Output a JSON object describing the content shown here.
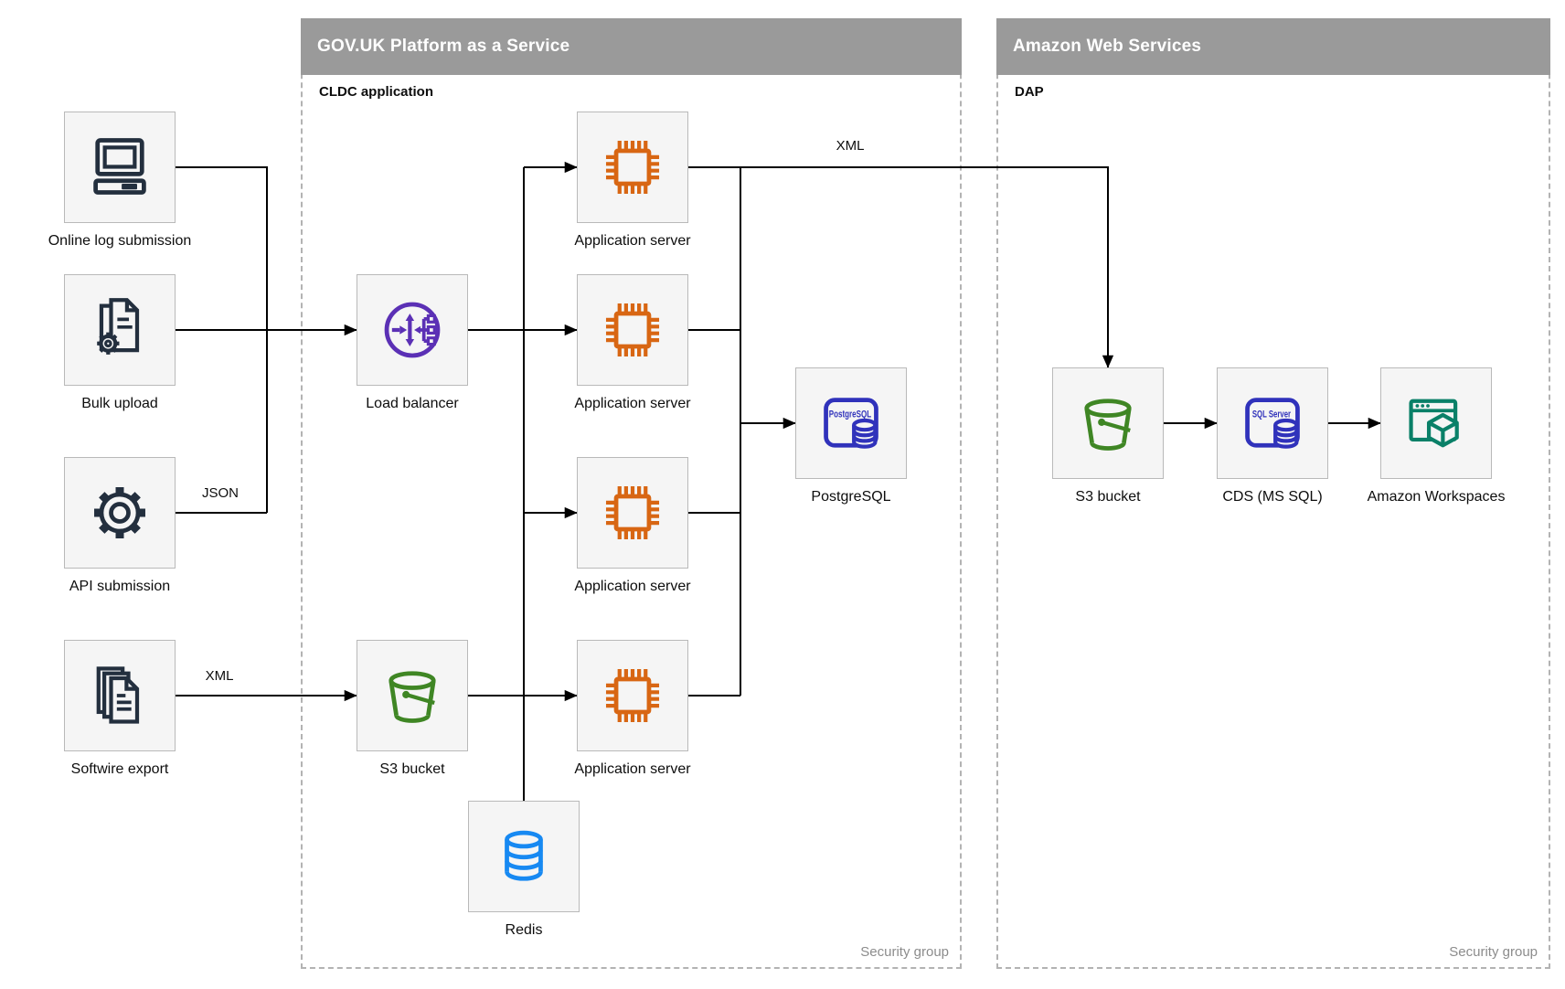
{
  "regions": {
    "govuk": {
      "title": "GOV.UK Platform as a Service",
      "sublabel": "CLDC application",
      "footer": "Security group"
    },
    "aws": {
      "title": "Amazon Web Services",
      "sublabel": "DAP",
      "footer": "Security group"
    }
  },
  "nodes": {
    "online_log": {
      "label": "Online log submission"
    },
    "bulk_upload": {
      "label": "Bulk upload"
    },
    "api_submission": {
      "label": "API submission"
    },
    "softwire_export": {
      "label": "Softwire export"
    },
    "load_balancer": {
      "label": "Load balancer"
    },
    "s3_bucket_paas": {
      "label": "S3 bucket"
    },
    "redis": {
      "label": "Redis"
    },
    "app_server_1": {
      "label": "Application server"
    },
    "app_server_2": {
      "label": "Application server"
    },
    "app_server_3": {
      "label": "Application server"
    },
    "app_server_4": {
      "label": "Application server"
    },
    "postgresql": {
      "label": "PostgreSQL",
      "icon_text": "PostgreSQL"
    },
    "s3_bucket_aws": {
      "label": "S3 bucket"
    },
    "cds": {
      "label": "CDS (MS SQL)",
      "icon_text": "SQL Server"
    },
    "workspaces": {
      "label": "Amazon Workspaces"
    }
  },
  "edge_labels": {
    "api_to_platform": "JSON",
    "softwire_to_s3": "XML",
    "app_server_to_aws": "XML"
  },
  "colors": {
    "icon_navy": "#232f3e",
    "load_balancer_purple": "#5b30b5",
    "app_server_orange": "#d86613",
    "database_indigo": "#3032bb",
    "s3_green": "#3f8624",
    "redis_blue": "#1789f2",
    "workspaces_teal": "#0a8068",
    "header_bar_gray": "#9a9a9a",
    "connector_black": "#000000"
  }
}
